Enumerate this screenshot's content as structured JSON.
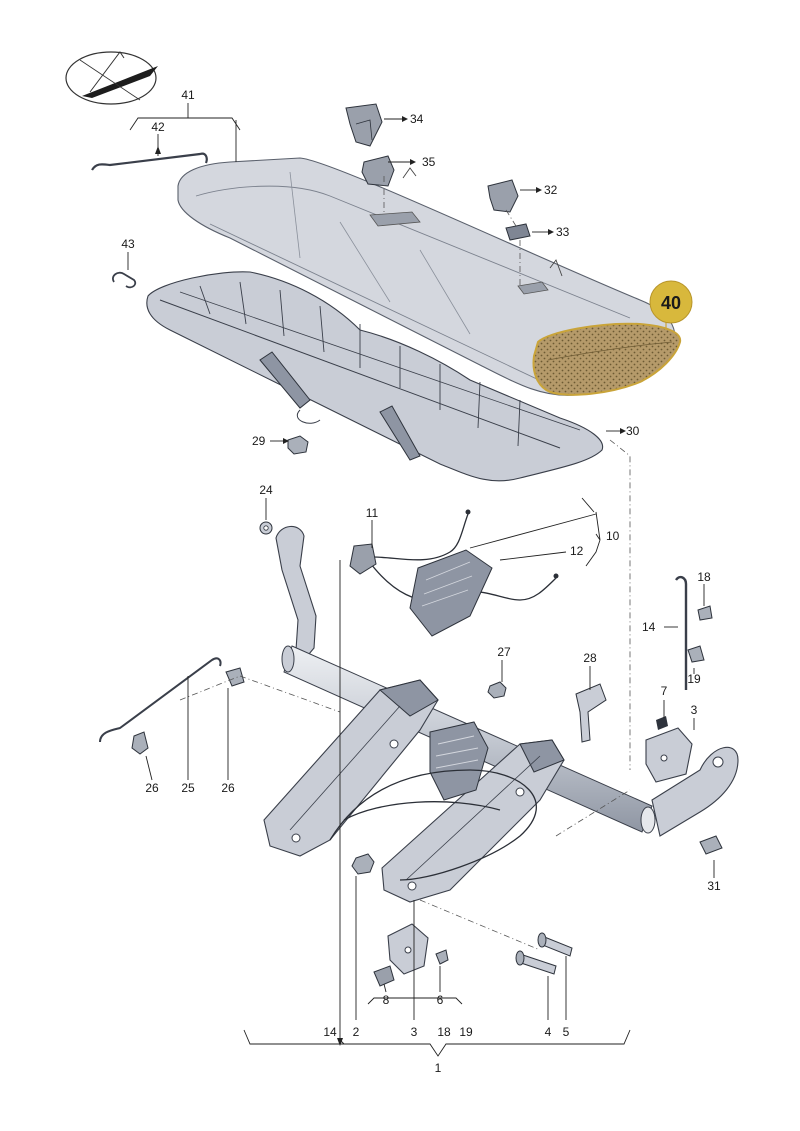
{
  "diagram": {
    "highlight_badge": "40",
    "callouts": {
      "c1": "1",
      "c2": "2",
      "c3a": "3",
      "c3b": "3",
      "c4": "4",
      "c5": "5",
      "c6": "6",
      "c7": "7",
      "c8": "8",
      "c10": "10",
      "c11": "11",
      "c12": "12",
      "c14a": "14",
      "c14b": "14",
      "c18a": "18",
      "c18b": "18",
      "c19a": "19",
      "c19b": "19",
      "c24": "24",
      "c25": "25",
      "c26a": "26",
      "c26b": "26",
      "c27": "27",
      "c28": "28",
      "c29": "29",
      "c30": "30",
      "c31": "31",
      "c32": "32",
      "c33": "33",
      "c34": "34",
      "c35": "35",
      "c41": "41",
      "c42": "42",
      "c43": "43"
    }
  },
  "colors": {
    "highlight_fill": "#b59a6a",
    "highlight_stroke": "#c9a43a",
    "badge_fill": "#d8b83c",
    "part_fill": "#c9cdd6",
    "part_dark": "#8e95a3"
  },
  "icons": {
    "orientation": "compass-arrow-icon"
  }
}
